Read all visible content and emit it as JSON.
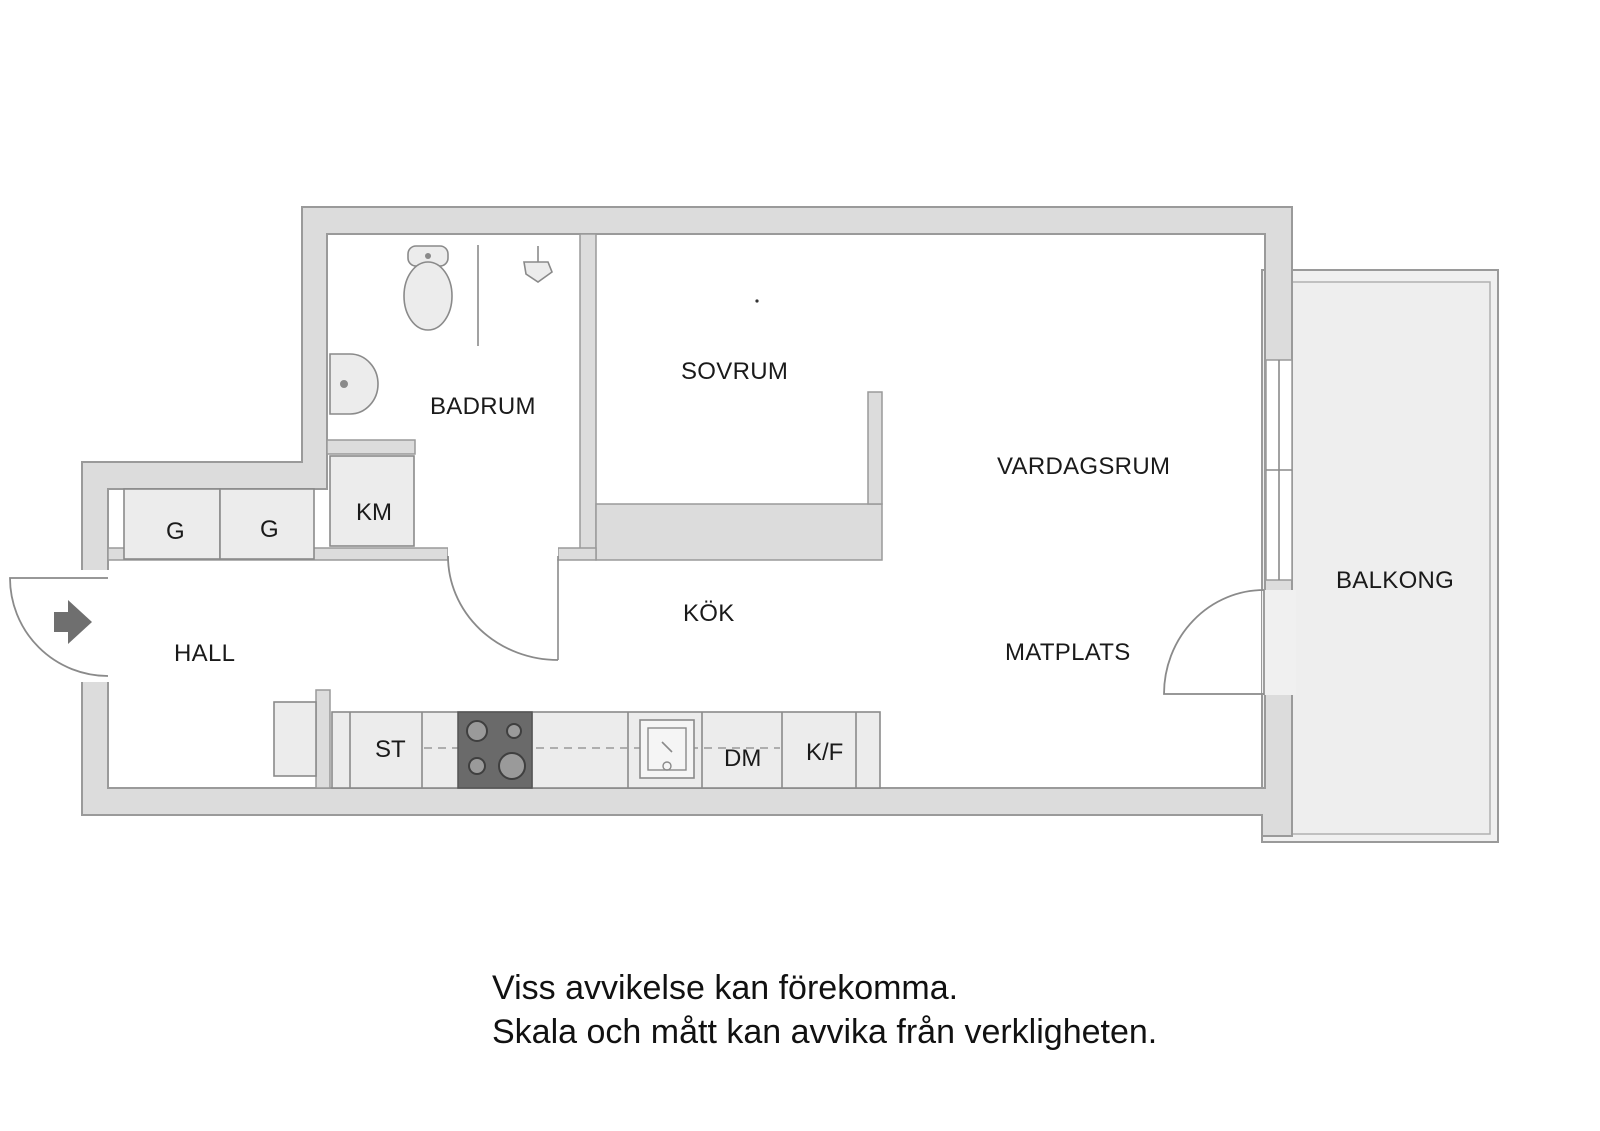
{
  "rooms": {
    "sovrum": "SOVRUM",
    "badrum": "BADRUM",
    "vardagsrum": "VARDAGSRUM",
    "balkong": "BALKONG",
    "kok": "KÖK",
    "matplats": "MATPLATS",
    "hall": "HALL"
  },
  "units": {
    "g1": "G",
    "g2": "G",
    "km": "KM",
    "st": "ST",
    "dm": "DM",
    "kf": "K/F"
  },
  "disclaimer": {
    "line1": "Viss avvikelse kan förekomma.",
    "line2": "Skala och mått kan avvika från verkligheten."
  },
  "colors": {
    "wall_fill": "#dcdcdc",
    "wall_stroke": "#9a9a9a",
    "balcony_fill": "#efefef",
    "stove": "#6a6a6a",
    "entrance_arrow": "#6f6f6f"
  }
}
